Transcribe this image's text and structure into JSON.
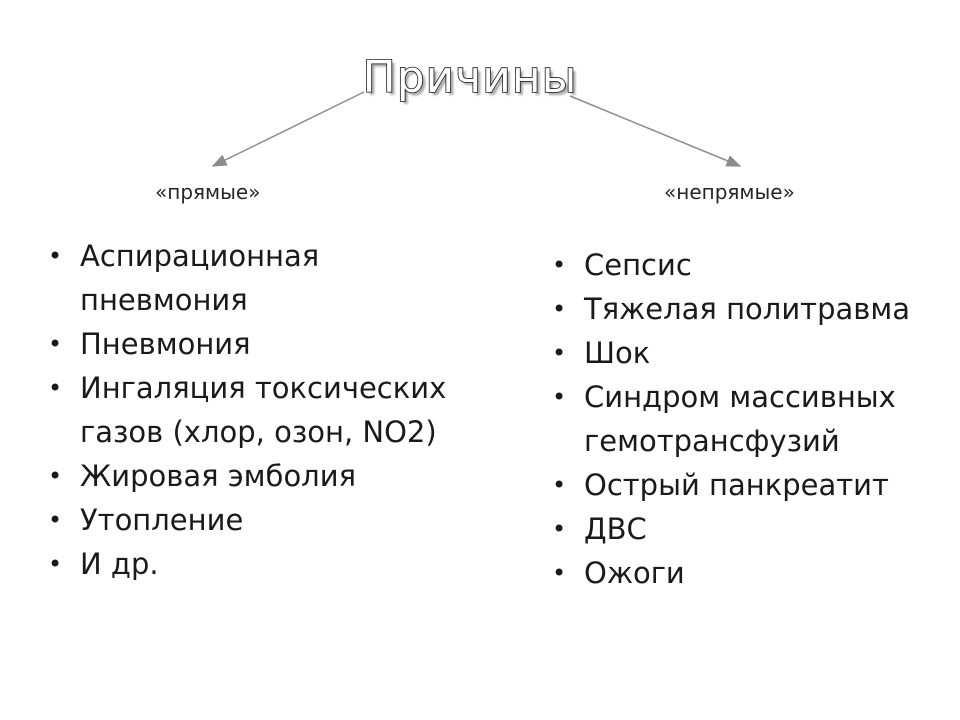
{
  "title": "Причины",
  "left": {
    "label": "«прямые»",
    "items": [
      "Аспирационная пневмония",
      "Пневмония",
      "Ингаляция токсических газов (хлор, озон, NO2)",
      "Жировая эмболия",
      "Утопление",
      "И др."
    ]
  },
  "right": {
    "label": "«непрямые»",
    "items": [
      "Сепсис",
      "Тяжелая политравма",
      "Шок",
      "Синдром массивных гемотрансфузий",
      "Острый панкреатит",
      "ДВС",
      "Ожоги"
    ]
  },
  "colors": {
    "text": "#1a1a1a",
    "arrow": "#8c8c8c"
  }
}
